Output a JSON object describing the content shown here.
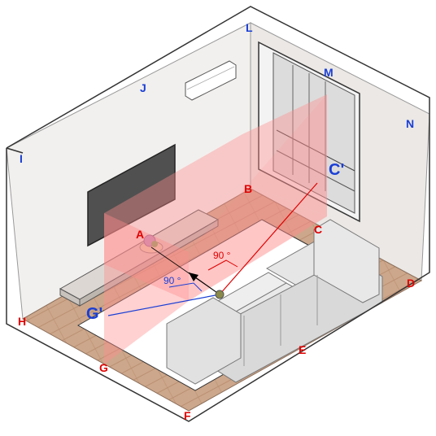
{
  "diagram": {
    "corner_labels": {
      "A": "A",
      "B": "B",
      "C": "C",
      "D": "D",
      "E": "E",
      "F": "F",
      "G": "G",
      "H": "H",
      "I": "I",
      "J": "J",
      "L": "L",
      "M": "M",
      "N": "N"
    },
    "projection_labels": {
      "c_prime": "C'",
      "g_prime": "G'"
    },
    "angle_labels": {
      "right": "90 °",
      "left": "90 °"
    }
  },
  "colors": {
    "red_label": "#e00000",
    "blue_label": "#1a3fd6",
    "projection_fill": "#ff9a9a",
    "floor_wood": "#caa58a",
    "rug": "#ffffff",
    "sofa": "#e3e3e3",
    "wall_left": "#f1efed",
    "wall_right": "#eae7e4"
  }
}
